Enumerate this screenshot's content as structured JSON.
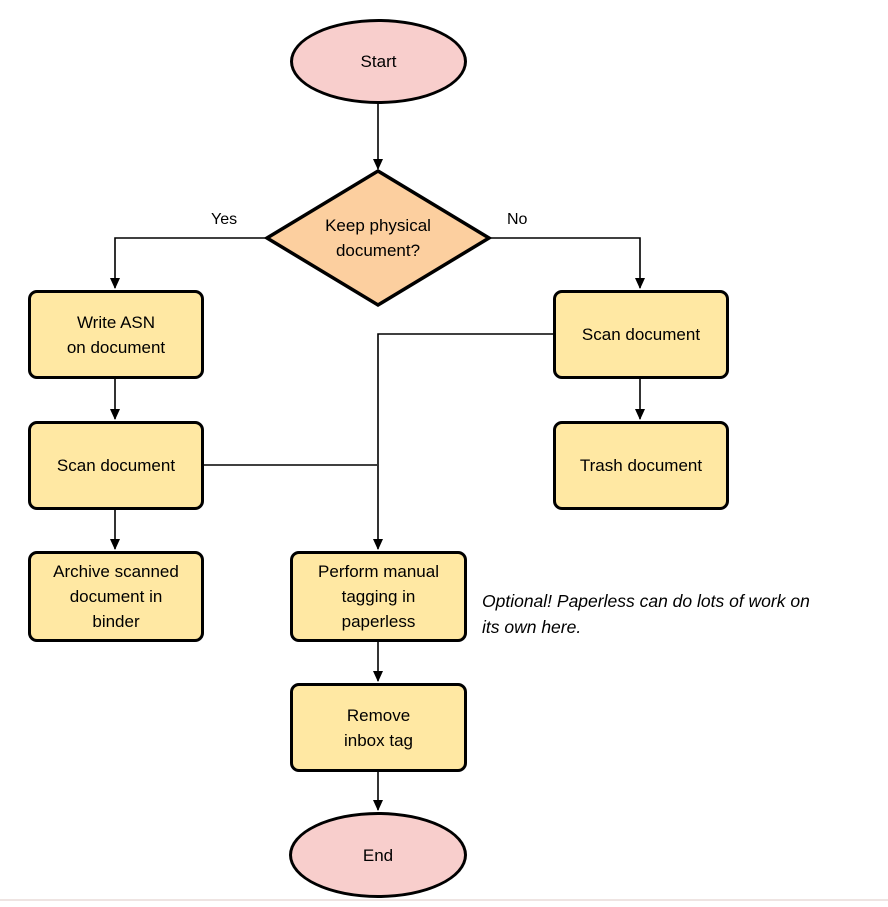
{
  "colors": {
    "background": "#ffffff",
    "process_fill": "#ffe8a3",
    "decision_fill": "#fccf9f",
    "terminal_fill": "#f8cecc",
    "shape_border": "#000000",
    "connector": "#000000",
    "text": "#000000",
    "footer_line": "#eee4e2"
  },
  "diagram": {
    "nodes": {
      "start": {
        "shape": "ellipse",
        "label": "Start"
      },
      "decision": {
        "shape": "diamond",
        "label": "Keep physical\ndocument?"
      },
      "write_asn": {
        "shape": "process",
        "label": "Write ASN\non document"
      },
      "scan_left": {
        "shape": "process",
        "label": "Scan document"
      },
      "archive": {
        "shape": "process",
        "label": "Archive scanned\ndocument in\nbinder"
      },
      "scan_right": {
        "shape": "process",
        "label": "Scan document"
      },
      "trash": {
        "shape": "process",
        "label": "Trash document"
      },
      "tagging": {
        "shape": "process",
        "label": "Perform manual\ntagging in\npaperless"
      },
      "remove_inbox": {
        "shape": "process",
        "label": "Remove\ninbox tag"
      },
      "end": {
        "shape": "ellipse",
        "label": "End"
      }
    },
    "edge_labels": {
      "yes": "Yes",
      "no": "No"
    },
    "edges": [
      {
        "from": "start",
        "to": "decision"
      },
      {
        "from": "decision",
        "to": "write_asn",
        "label": "Yes"
      },
      {
        "from": "decision",
        "to": "scan_right",
        "label": "No"
      },
      {
        "from": "write_asn",
        "to": "scan_left"
      },
      {
        "from": "scan_left",
        "to": "archive"
      },
      {
        "from": "scan_left",
        "to": "tagging"
      },
      {
        "from": "scan_right",
        "to": "trash"
      },
      {
        "from": "scan_right",
        "to": "tagging"
      },
      {
        "from": "tagging",
        "to": "remove_inbox"
      },
      {
        "from": "remove_inbox",
        "to": "end"
      }
    ],
    "note": "Optional! Paperless can do lots of work on\nits own here."
  }
}
